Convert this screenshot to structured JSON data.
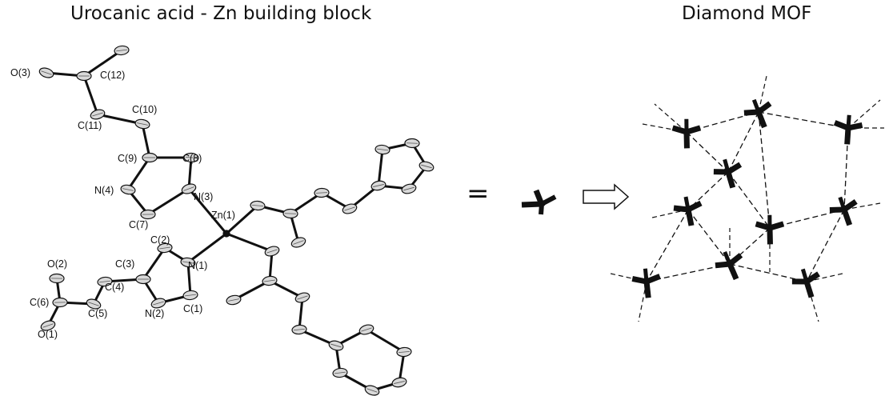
{
  "titles": {
    "left": "Urocanic acid - Zn building block",
    "right": "Diamond MOF"
  },
  "symbols": {
    "equals": "="
  },
  "atom_labels": {
    "O3": "O(3)",
    "C12": "C(12)",
    "C10": "C(10)",
    "C11": "C(11)",
    "C9": "C(9)",
    "C8": "C(8)",
    "N4": "N(4)",
    "N3": "N(3)",
    "C7": "C(7)",
    "Zn1": "Zn(1)",
    "C2": "C(2)",
    "O2": "O(2)",
    "C3": "C(3)",
    "N1": "N(1)",
    "C4": "C(4)",
    "C6": "C(6)",
    "C5": "C(5)",
    "C1": "C(1)",
    "N2": "N(2)",
    "O1": "O(1)"
  },
  "colors": {
    "ink": "#111111",
    "atom_fill": "#d9d9d9"
  }
}
